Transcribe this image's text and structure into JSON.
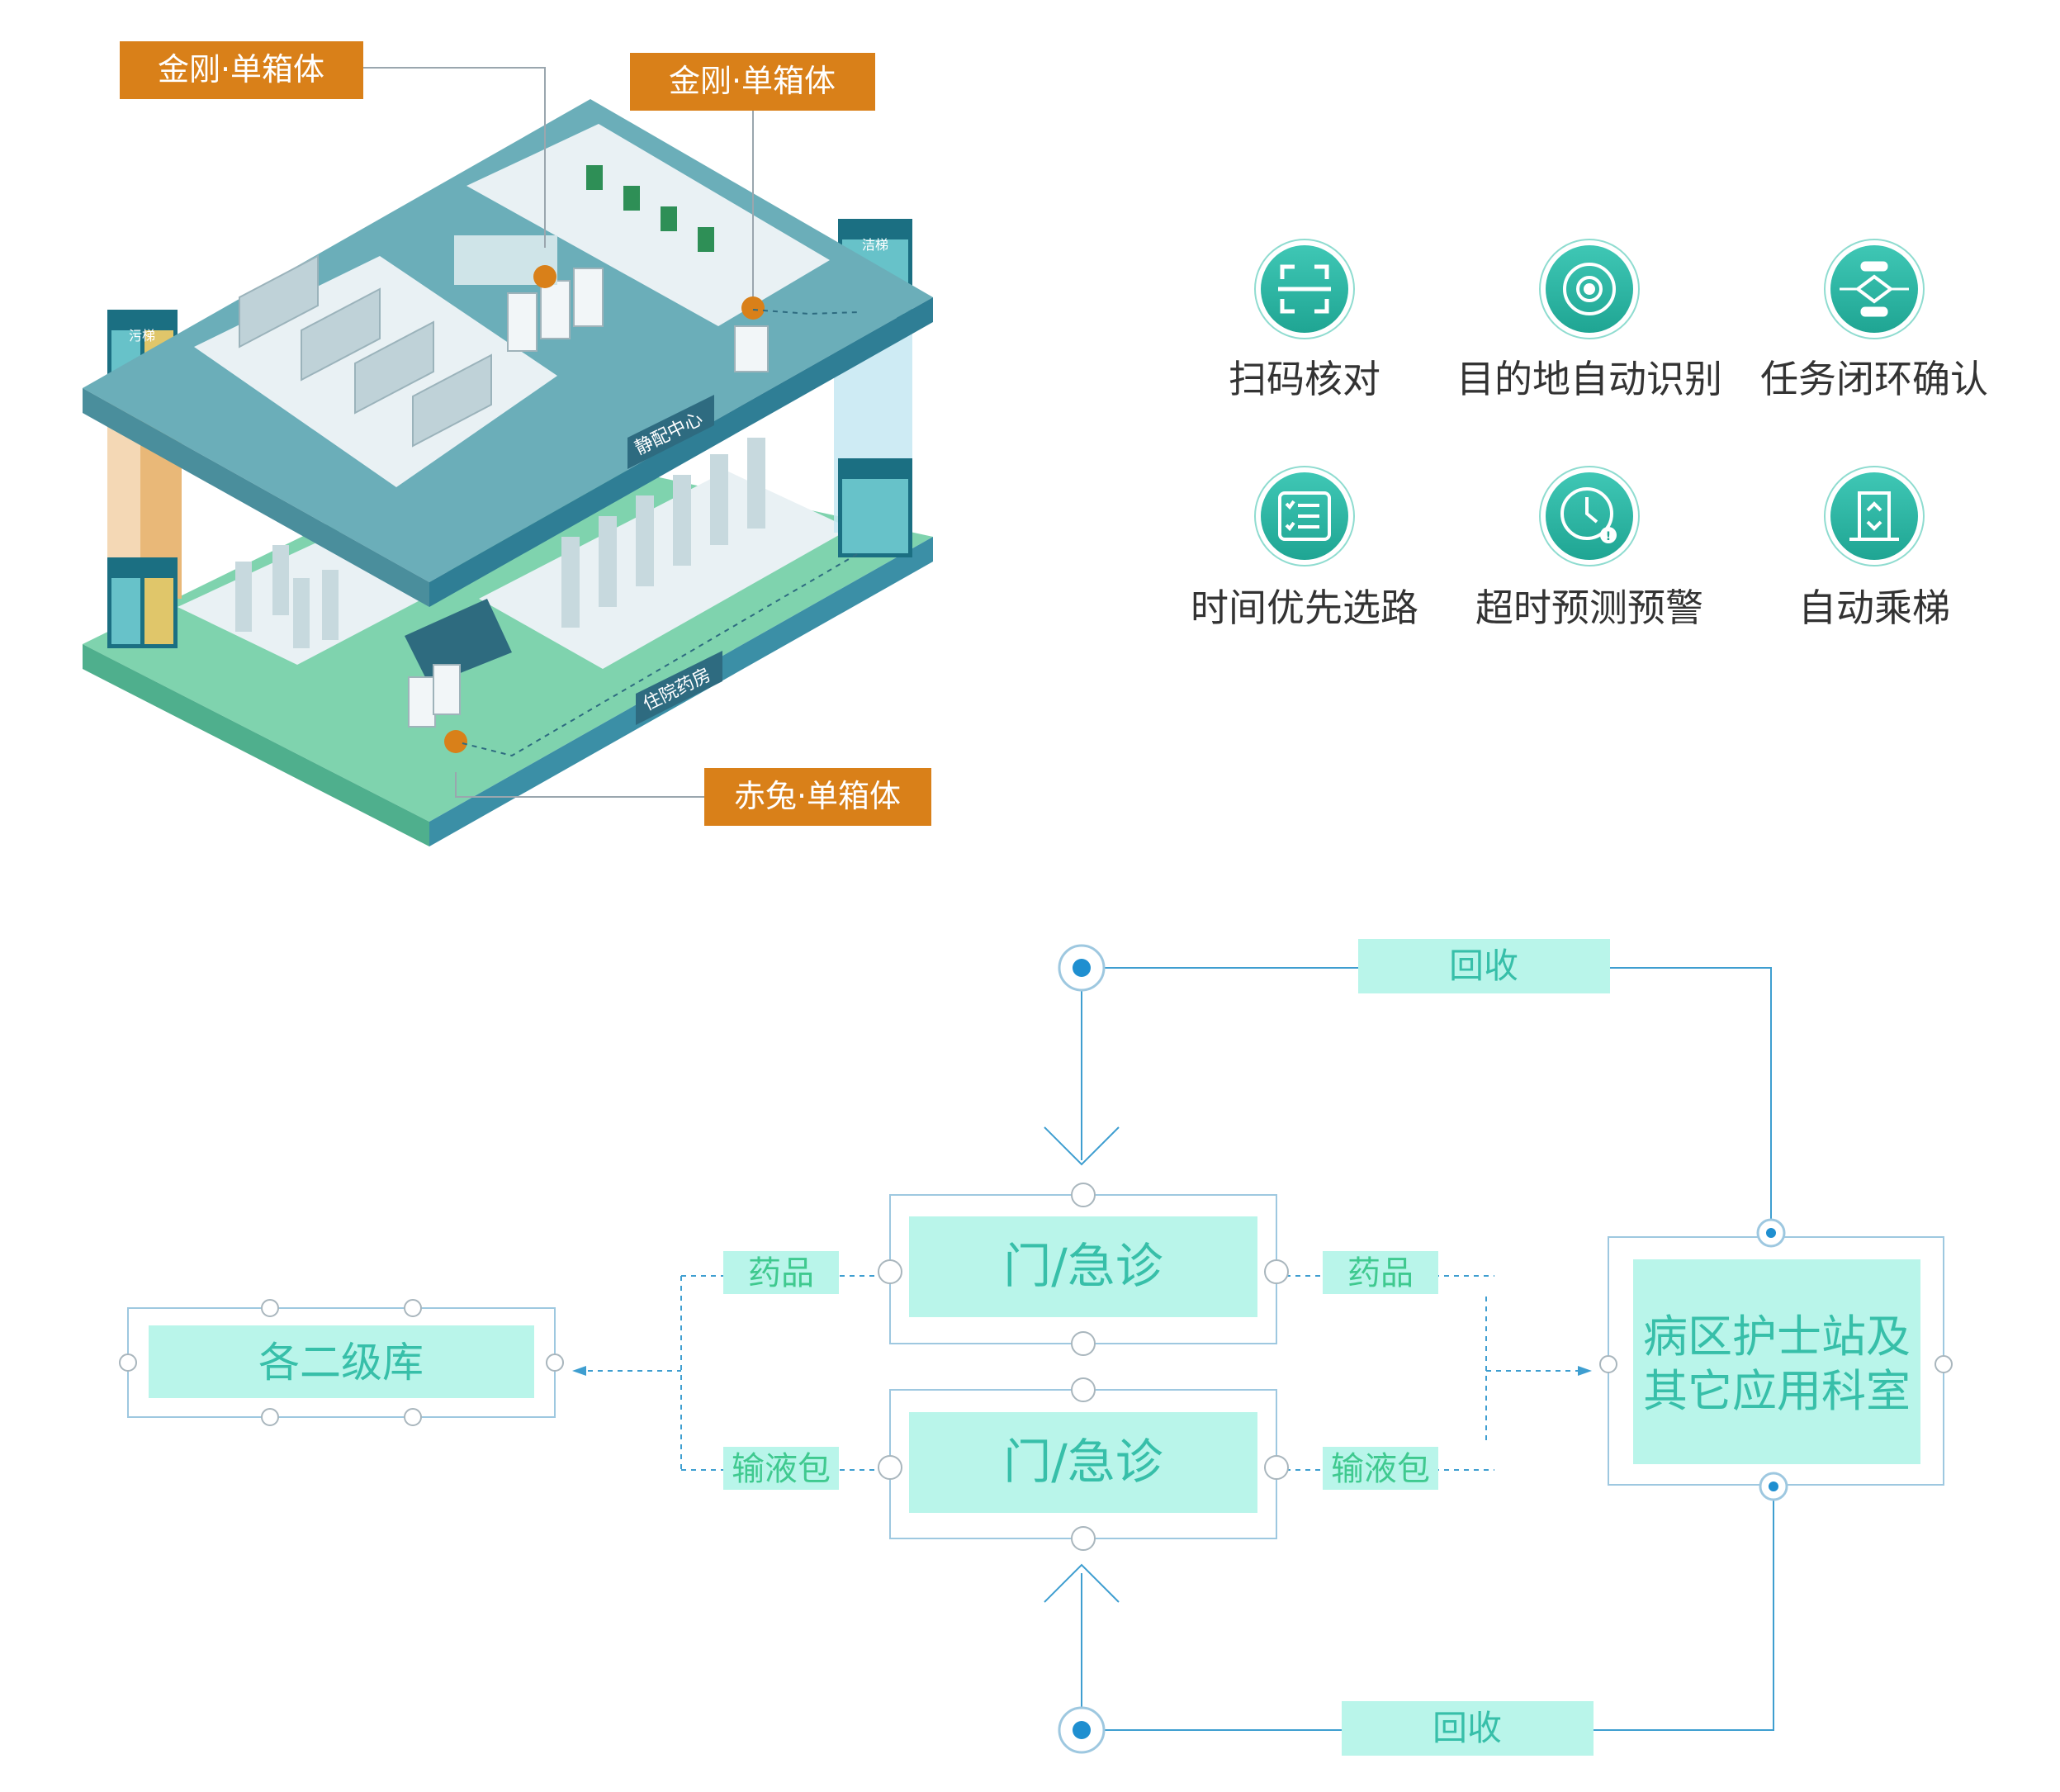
{
  "callouts": [
    {
      "label": "金刚·单箱体"
    },
    {
      "label": "金刚·单箱体"
    },
    {
      "label": "赤兔·单箱体"
    }
  ],
  "floors": {
    "upper_label": "静配中心",
    "lower_label": "住院药房"
  },
  "elevators": {
    "dirty_label": "污梯",
    "clean_label": "洁梯"
  },
  "features": [
    {
      "label": "扫码核对",
      "icon": "scan-code-icon"
    },
    {
      "label": "目的地自动识别",
      "icon": "target-location-icon"
    },
    {
      "label": "任务闭环确认",
      "icon": "closed-loop-icon"
    },
    {
      "label": "时间优先选路",
      "icon": "checklist-icon"
    },
    {
      "label": "超时预测预警",
      "icon": "clock-alert-icon"
    },
    {
      "label": "自动乘梯",
      "icon": "elevator-icon"
    }
  ],
  "flow": {
    "warehouse": "各二级库",
    "clinic_top": "门/急诊",
    "clinic_bottom": "门/急诊",
    "ward_line1": "病区护士站及",
    "ward_line2": "其它应用科室",
    "tags": {
      "drug_left": "药品",
      "drug_right": "药品",
      "infusion_left": "输液包",
      "infusion_right": "输液包",
      "recycle_top": "回收",
      "recycle_bottom": "回收"
    }
  },
  "colors": {
    "orange": "#D98019",
    "teal_upper": "#5FA6B2",
    "green_lower": "#7FD3AE",
    "flow_fill": "#B9F5EA",
    "flow_text": "#37BFA9",
    "flow_line": "#3E9ED0",
    "icon_teal": "#2CB3A0"
  }
}
